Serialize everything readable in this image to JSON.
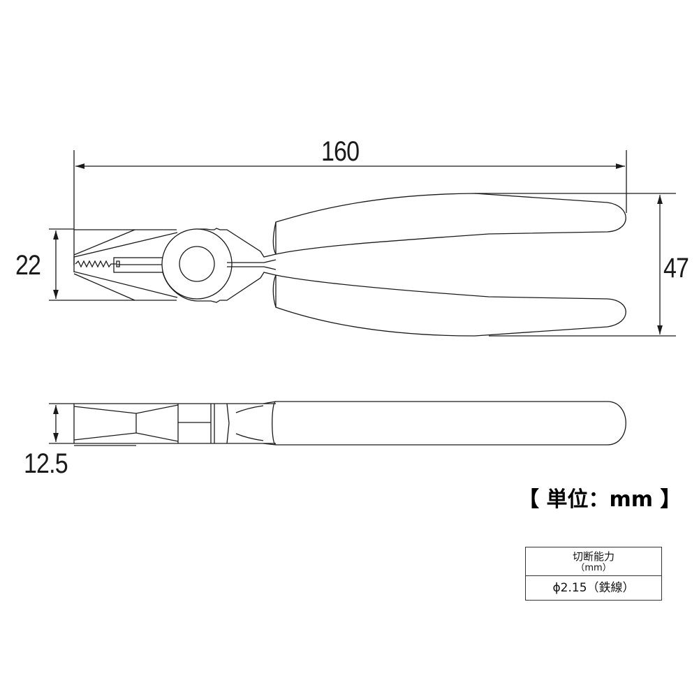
{
  "dimensions": {
    "length": "160",
    "head_width": "22",
    "total_width": "47",
    "thickness": "12.5"
  },
  "unit_label": "【 単位：mm 】",
  "spec_table": {
    "header_line1": "切断能力",
    "header_line2": "（mm）",
    "value": "ϕ2.15（鉄線）"
  },
  "colors": {
    "line": "#1a1a1a",
    "background": "#ffffff"
  }
}
